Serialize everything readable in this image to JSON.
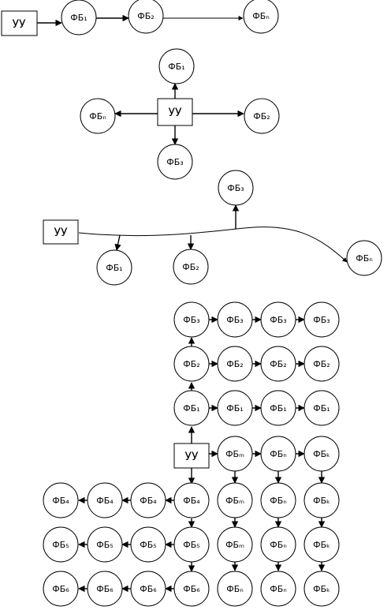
{
  "labels": {
    "uu": "УУ",
    "fb1": "ФБ₁",
    "fb2": "ФБ₂",
    "fb3": "ФБ₃",
    "fbn": "ФБₙ",
    "fb4": "ФБ₄",
    "fb5": "ФБ₅",
    "fb6": "ФБ₆",
    "fbm": "ФБₘ",
    "fbk": "ФБₖ"
  }
}
